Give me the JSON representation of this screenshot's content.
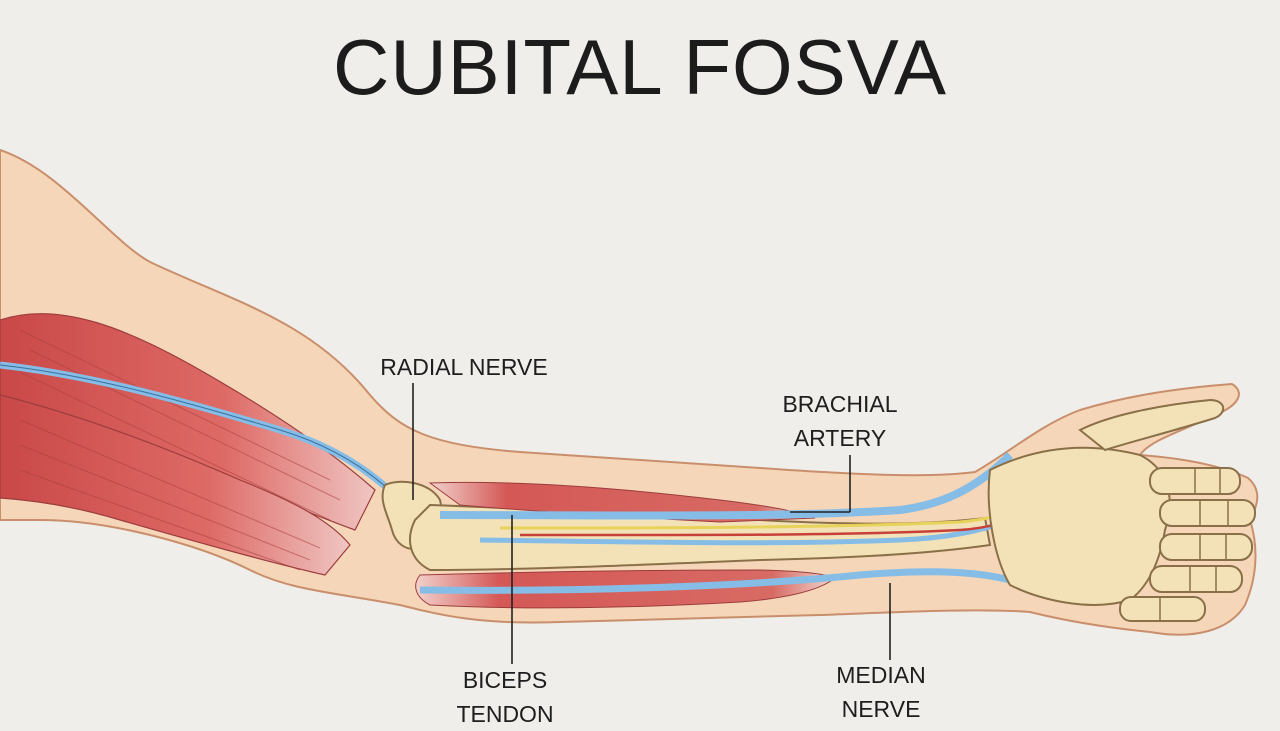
{
  "title": "CUBITAL FOSVA",
  "labels": {
    "radial_nerve": "RADIAL NERVE",
    "brachial_artery": [
      "BRACHIAL",
      "ARTERY"
    ],
    "biceps_tendon": [
      "BICEPS",
      "TENDON"
    ],
    "median_nerve": [
      "MEDIAN",
      "NERVE"
    ]
  },
  "colors": {
    "background": "#efeeea",
    "skin": "#f6d6b8",
    "muscle": "#d5595a",
    "vessel": "#86bde6",
    "bone": "#f3e2b8",
    "nerve": "#e8d35a",
    "artery": "#c8403a"
  }
}
